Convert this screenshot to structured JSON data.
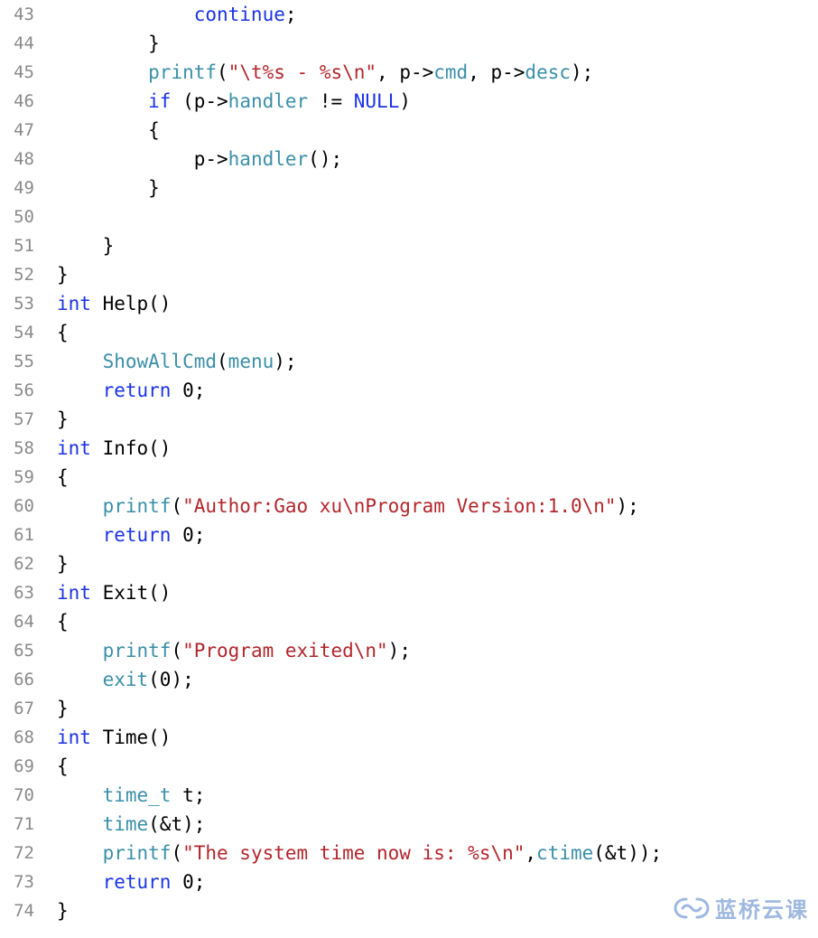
{
  "editor": {
    "colors": {
      "keyword": "#1b33e5",
      "function": "#3a8fa8",
      "string": "#b2262c",
      "plain": "#000000",
      "line_number": "#8a8a8a",
      "watermark": "#4f7fc8"
    },
    "lines": [
      {
        "number": "43",
        "tokens": [
          {
            "t": "            "
          },
          {
            "t": "continue",
            "c": "kw"
          },
          {
            "t": ";"
          }
        ]
      },
      {
        "number": "44",
        "tokens": [
          {
            "t": "        }"
          }
        ]
      },
      {
        "number": "45",
        "tokens": [
          {
            "t": "        "
          },
          {
            "t": "printf",
            "c": "fn"
          },
          {
            "t": "("
          },
          {
            "t": "\"\\t%s - %s\\n\"",
            "c": "str"
          },
          {
            "t": ", p->"
          },
          {
            "t": "cmd",
            "c": "fn"
          },
          {
            "t": ", p->"
          },
          {
            "t": "desc",
            "c": "fn"
          },
          {
            "t": ");"
          }
        ]
      },
      {
        "number": "46",
        "tokens": [
          {
            "t": "        "
          },
          {
            "t": "if",
            "c": "kw"
          },
          {
            "t": " (p->"
          },
          {
            "t": "handler",
            "c": "fn"
          },
          {
            "t": " != "
          },
          {
            "t": "NULL",
            "c": "kw"
          },
          {
            "t": ")"
          }
        ]
      },
      {
        "number": "47",
        "tokens": [
          {
            "t": "        {"
          }
        ]
      },
      {
        "number": "48",
        "tokens": [
          {
            "t": "            p->"
          },
          {
            "t": "handler",
            "c": "fn"
          },
          {
            "t": "();"
          }
        ]
      },
      {
        "number": "49",
        "tokens": [
          {
            "t": "        }"
          }
        ]
      },
      {
        "number": "50",
        "tokens": []
      },
      {
        "number": "51",
        "tokens": [
          {
            "t": "    }"
          }
        ]
      },
      {
        "number": "52",
        "tokens": [
          {
            "t": "}"
          }
        ]
      },
      {
        "number": "53",
        "tokens": [
          {
            "t": "int",
            "c": "kw"
          },
          {
            "t": " Help()"
          }
        ]
      },
      {
        "number": "54",
        "tokens": [
          {
            "t": "{"
          }
        ]
      },
      {
        "number": "55",
        "tokens": [
          {
            "t": "    "
          },
          {
            "t": "ShowAllCmd",
            "c": "fn"
          },
          {
            "t": "("
          },
          {
            "t": "menu",
            "c": "fn"
          },
          {
            "t": ");"
          }
        ]
      },
      {
        "number": "56",
        "tokens": [
          {
            "t": "    "
          },
          {
            "t": "return",
            "c": "kw"
          },
          {
            "t": " 0;"
          }
        ]
      },
      {
        "number": "57",
        "tokens": [
          {
            "t": "}"
          }
        ]
      },
      {
        "number": "58",
        "tokens": [
          {
            "t": "int",
            "c": "kw"
          },
          {
            "t": " Info()"
          }
        ]
      },
      {
        "number": "59",
        "tokens": [
          {
            "t": "{"
          }
        ]
      },
      {
        "number": "60",
        "tokens": [
          {
            "t": "    "
          },
          {
            "t": "printf",
            "c": "fn"
          },
          {
            "t": "("
          },
          {
            "t": "\"Author:Gao xu\\nProgram Version:1.0\\n\"",
            "c": "str"
          },
          {
            "t": ");"
          }
        ]
      },
      {
        "number": "61",
        "tokens": [
          {
            "t": "    "
          },
          {
            "t": "return",
            "c": "kw"
          },
          {
            "t": " 0;"
          }
        ]
      },
      {
        "number": "62",
        "tokens": [
          {
            "t": "}"
          }
        ]
      },
      {
        "number": "63",
        "tokens": [
          {
            "t": "int",
            "c": "kw"
          },
          {
            "t": " Exit()"
          }
        ]
      },
      {
        "number": "64",
        "tokens": [
          {
            "t": "{"
          }
        ]
      },
      {
        "number": "65",
        "tokens": [
          {
            "t": "    "
          },
          {
            "t": "printf",
            "c": "fn"
          },
          {
            "t": "("
          },
          {
            "t": "\"Program exited\\n\"",
            "c": "str"
          },
          {
            "t": ");"
          }
        ]
      },
      {
        "number": "66",
        "tokens": [
          {
            "t": "    "
          },
          {
            "t": "exit",
            "c": "fn"
          },
          {
            "t": "(0);"
          }
        ]
      },
      {
        "number": "67",
        "tokens": [
          {
            "t": "}"
          }
        ]
      },
      {
        "number": "68",
        "tokens": [
          {
            "t": "int",
            "c": "kw"
          },
          {
            "t": " Time()"
          }
        ]
      },
      {
        "number": "69",
        "tokens": [
          {
            "t": "{"
          }
        ]
      },
      {
        "number": "70",
        "tokens": [
          {
            "t": "    "
          },
          {
            "t": "time_t",
            "c": "fn"
          },
          {
            "t": " t;"
          }
        ]
      },
      {
        "number": "71",
        "tokens": [
          {
            "t": "    "
          },
          {
            "t": "time",
            "c": "fn"
          },
          {
            "t": "(&t);"
          }
        ]
      },
      {
        "number": "72",
        "tokens": [
          {
            "t": "    "
          },
          {
            "t": "printf",
            "c": "fn"
          },
          {
            "t": "("
          },
          {
            "t": "\"The system time now is: %s\\n\"",
            "c": "str"
          },
          {
            "t": ","
          },
          {
            "t": "ctime",
            "c": "fn"
          },
          {
            "t": "(&t));"
          }
        ]
      },
      {
        "number": "73",
        "tokens": [
          {
            "t": "    "
          },
          {
            "t": "return",
            "c": "kw"
          },
          {
            "t": " 0;"
          }
        ]
      },
      {
        "number": "74",
        "tokens": [
          {
            "t": "}"
          }
        ]
      }
    ]
  },
  "watermark": {
    "text": "蓝桥云课",
    "icon": "lanqiao-logo-icon"
  }
}
